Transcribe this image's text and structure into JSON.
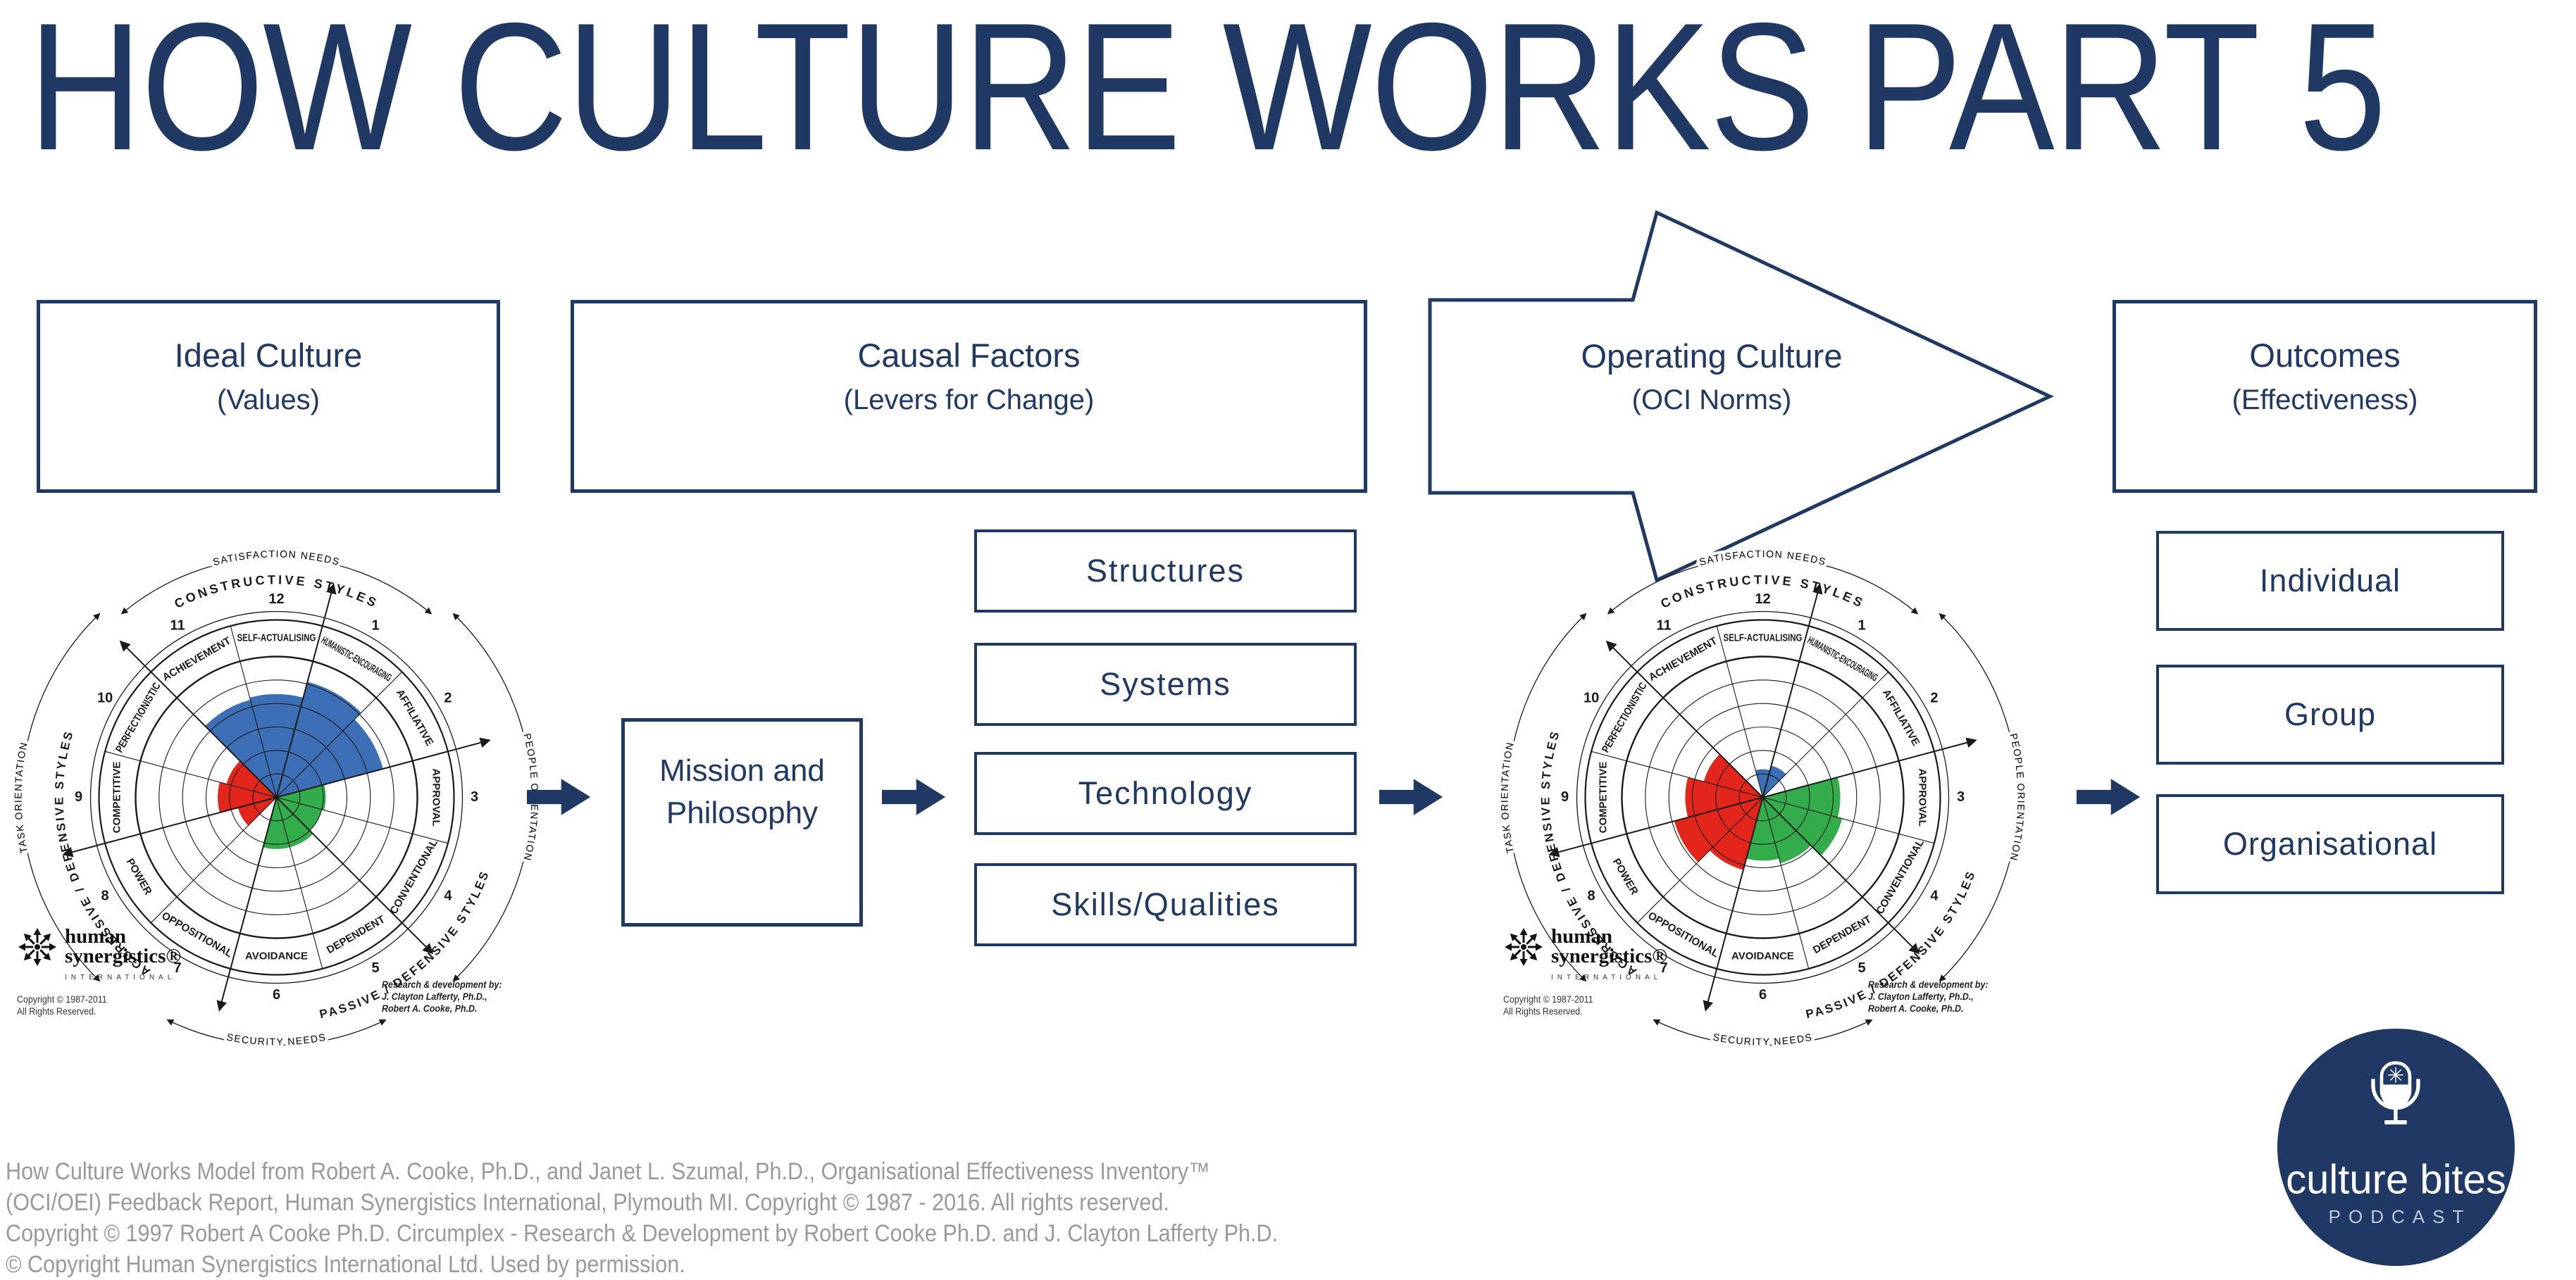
{
  "title": "HOW CULTURE WORKS PART 5",
  "colors": {
    "navy": "#1f3864",
    "blue": "#3d6fb6",
    "red": "#e2261c",
    "green": "#33ac4b",
    "grid": "#1a1a1a",
    "footer_gray": "#9a9a9c"
  },
  "flow_header": {
    "ideal": {
      "title": "Ideal Culture",
      "subtitle": "(Values)"
    },
    "causal": {
      "title": "Causal Factors",
      "subtitle": "(Levers for Change)"
    },
    "operating": {
      "title": "Operating Culture",
      "subtitle": "(OCI Norms)"
    },
    "outcomes": {
      "title": "Outcomes",
      "subtitle": "(Effectiveness)"
    }
  },
  "mission_box": {
    "line1": "Mission and",
    "line2": "Philosophy"
  },
  "causal_items": [
    "Structures",
    "Systems",
    "Technology",
    "Skills/Qualities"
  ],
  "outcome_items": [
    "Individual",
    "Group",
    "Organisational"
  ],
  "podcast_logo": {
    "name": "culture bites",
    "tagline": "PODCAST"
  },
  "footer_lines": [
    "How Culture Works Model from Robert A. Cooke, Ph.D., and Janet L. Szumal, Ph.D., Organisational Effectiveness Inventory™",
    "(OCI/OEI) Feedback Report, Human Synergistics International, Plymouth MI. Copyright © 1987 - 2016. All rights reserved.",
    "Copyright © 1997 Robert A Cooke Ph.D. Circumplex - Research & Development by Robert Cooke Ph.D. and J. Clayton Lafferty Ph.D.",
    "© Copyright Human Synergistics International Ltd. Used by permission."
  ],
  "circumplex_common": {
    "sectors": [
      {
        "num": 1,
        "label": "HUMANISTIC-ENCOURAGING",
        "group": "constructive"
      },
      {
        "num": 2,
        "label": "AFFILIATIVE",
        "group": "constructive"
      },
      {
        "num": 3,
        "label": "APPROVAL",
        "group": "passive"
      },
      {
        "num": 4,
        "label": "CONVENTIONAL",
        "group": "passive"
      },
      {
        "num": 5,
        "label": "DEPENDENT",
        "group": "passive"
      },
      {
        "num": 6,
        "label": "AVOIDANCE",
        "group": "passive"
      },
      {
        "num": 7,
        "label": "OPPOSITIONAL",
        "group": "aggressive"
      },
      {
        "num": 8,
        "label": "POWER",
        "group": "aggressive"
      },
      {
        "num": 9,
        "label": "COMPETITIVE",
        "group": "aggressive"
      },
      {
        "num": 10,
        "label": "PERFECTIONISTIC",
        "group": "aggressive"
      },
      {
        "num": 11,
        "label": "ACHIEVEMENT",
        "group": "constructive"
      },
      {
        "num": 12,
        "label": "SELF-ACTUALISING",
        "group": "constructive"
      }
    ],
    "arc_labels": {
      "top": "CONSTRUCTIVE STYLES",
      "bottom_right": "PASSIVE / DEFENSIVE STYLES",
      "left": "AGGRESSIVE / DEFENSIVE STYLES"
    },
    "needs_labels": {
      "top": "SATISFACTION NEEDS",
      "bottom": "SECURITY NEEDS",
      "left": "TASK ORIENTATION",
      "right": "PEOPLE ORIENTATION"
    },
    "hs_logo": {
      "name_line1": "human",
      "name_line2": "synergistics®",
      "tier": "INTERNATIONAL",
      "copyright_line1": "Copyright © 1987-2011",
      "copyright_line2": "All Rights Reserved."
    },
    "research_credit": [
      "Research & development by:",
      "J. Clayton Lafferty, Ph.D.,",
      "Robert A. Cooke, Ph.D."
    ]
  },
  "chart_data": [
    {
      "type": "polar-circumplex",
      "title": "Ideal Culture (Values)",
      "scale_note": "sector extension measured in grid rings, 0 (center) to 6 (outer ring)",
      "values_by_sector": {
        "1": 5.1,
        "2": 4.7,
        "3": 2.1,
        "4": 2.0,
        "5": 2.2,
        "6": 2.2,
        "7": 0,
        "8": 1.7,
        "9": 2.5,
        "10": 2.2,
        "11": 4.3,
        "12": 4.4
      }
    },
    {
      "type": "polar-circumplex",
      "title": "Operating Culture (OCI Norms)",
      "scale_note": "sector extension measured in grid rings, 0 (center) to 6 (outer ring)",
      "values_by_sector": {
        "1": 1.4,
        "2": 0,
        "3": 3.3,
        "4": 3.5,
        "5": 2.9,
        "6": 2.7,
        "7": 3.2,
        "8": 3.9,
        "9": 3.3,
        "10": 2.6,
        "11": 0,
        "12": 1.2
      }
    }
  ]
}
